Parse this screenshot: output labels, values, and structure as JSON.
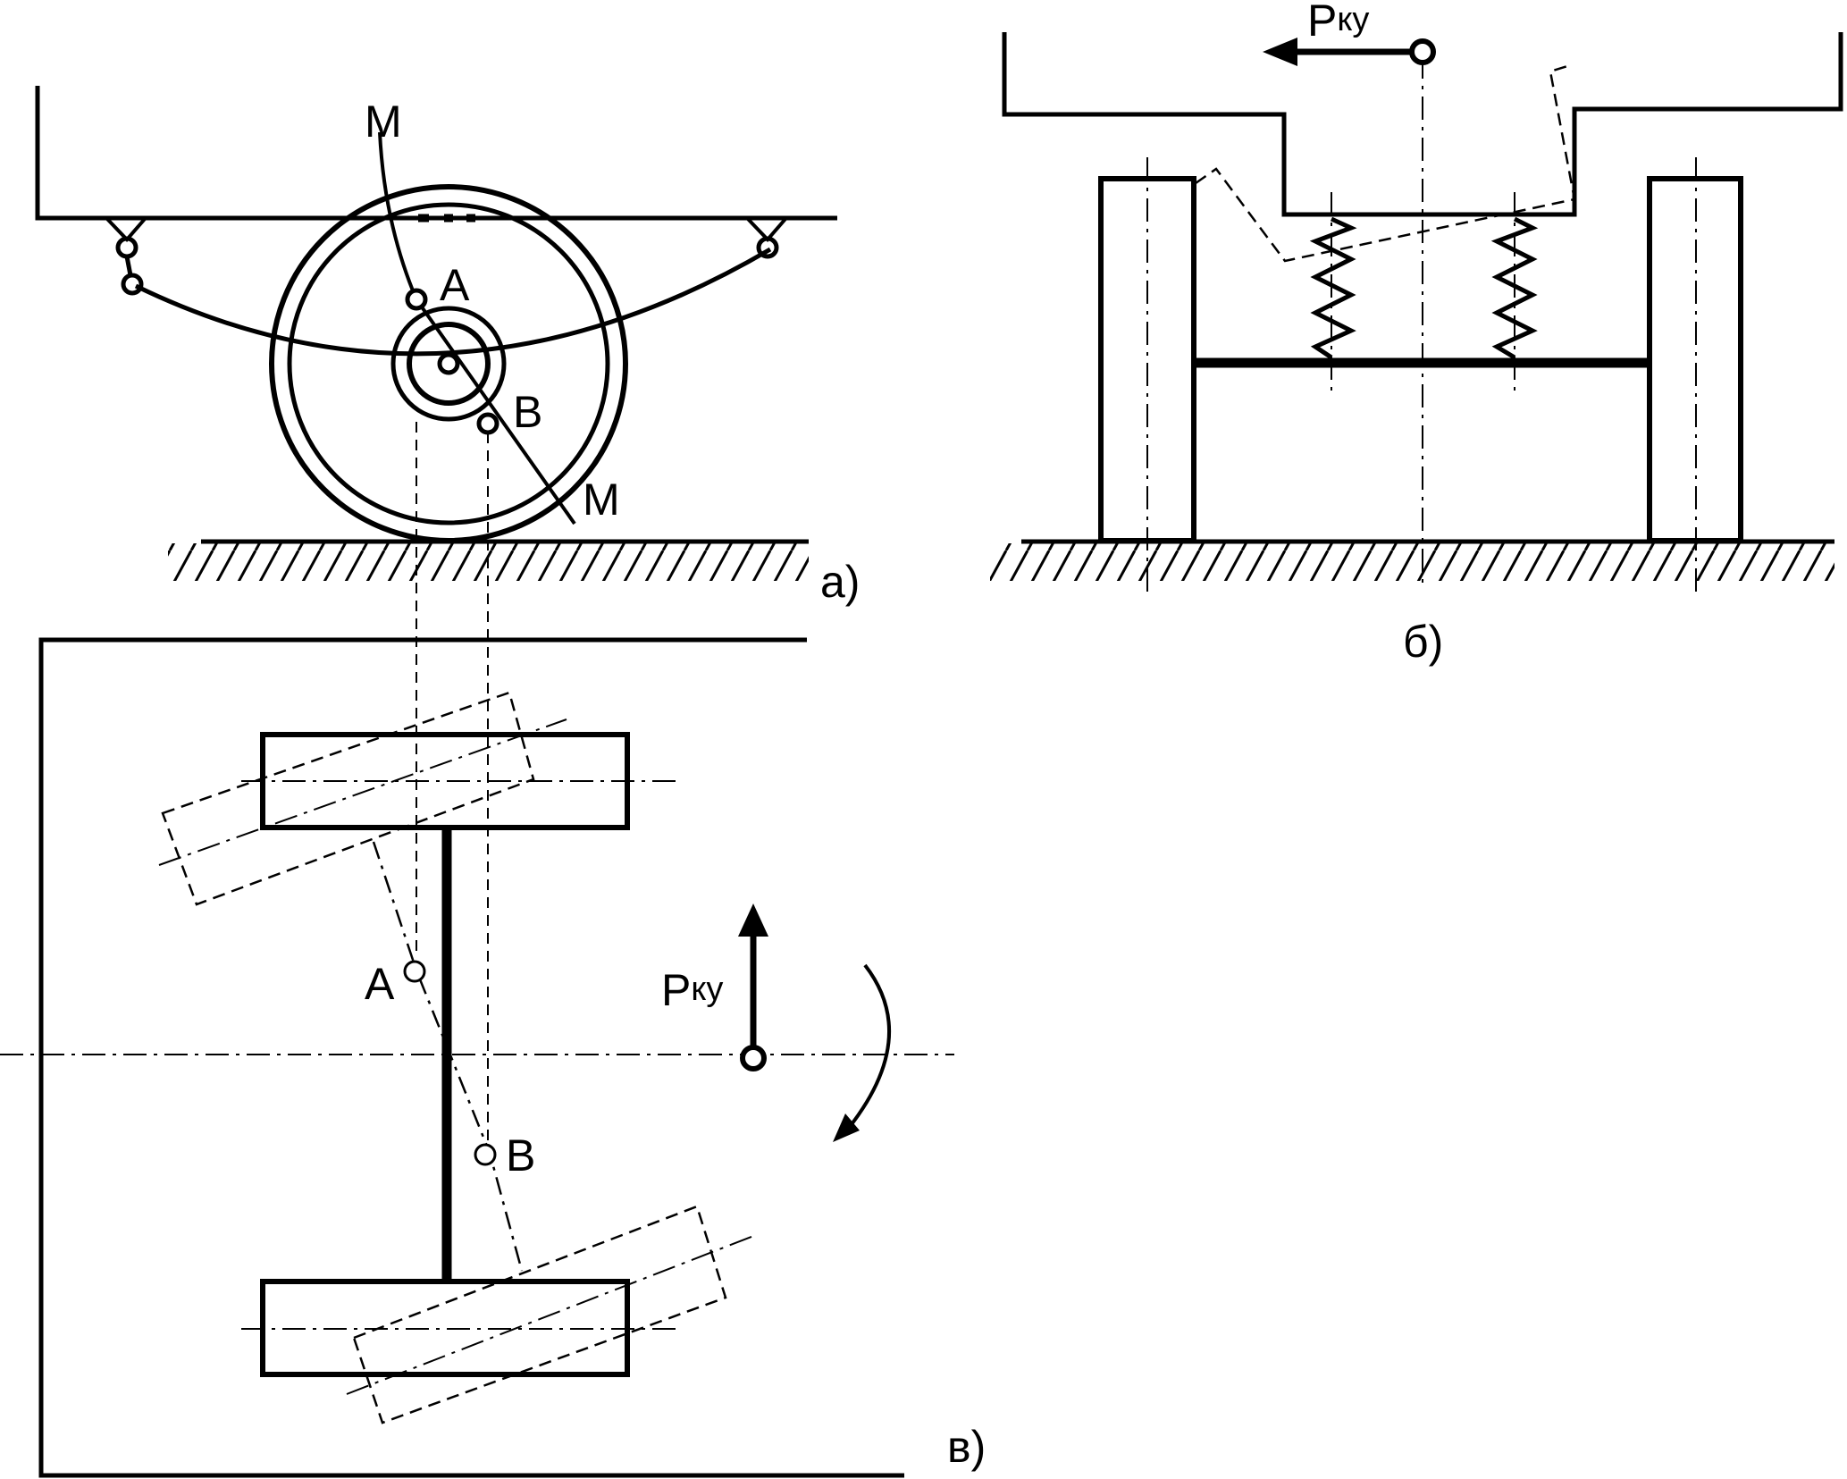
{
  "labels": {
    "sub_a": "а)",
    "sub_b": "б)",
    "sub_v": "в)",
    "point_a_top": "А",
    "point_b_top": "В",
    "point_a_plan": "А",
    "point_b_plan": "В",
    "line_m_top": "М",
    "line_m_bottom": "М",
    "force_b": {
      "base": "Р",
      "sub": "ку"
    },
    "force_v": {
      "base": "Р",
      "sub": "ку"
    }
  },
  "colors": {
    "ink": "#000000",
    "background": "#ffffff"
  }
}
